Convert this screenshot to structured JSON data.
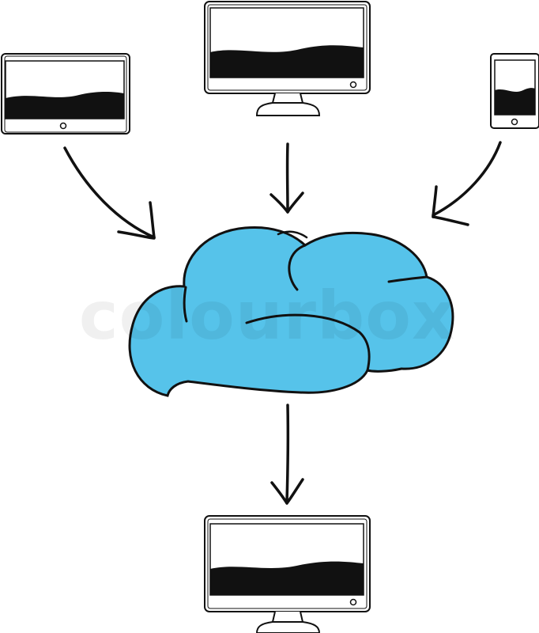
{
  "watermark": {
    "text": "colourbox"
  },
  "colors": {
    "cloud_fill": "#56c3ea",
    "outline": "#111111",
    "screen": "#111111",
    "background": "#ffffff"
  },
  "devices": [
    {
      "type": "tablet",
      "icon": "tablet-icon"
    },
    {
      "type": "monitor",
      "icon": "monitor-icon"
    },
    {
      "type": "phone",
      "icon": "phone-icon"
    },
    {
      "type": "monitor",
      "icon": "monitor-icon"
    }
  ],
  "diagram": {
    "center": "cloud-icon",
    "flow": "devices-to-cloud-to-monitor"
  }
}
